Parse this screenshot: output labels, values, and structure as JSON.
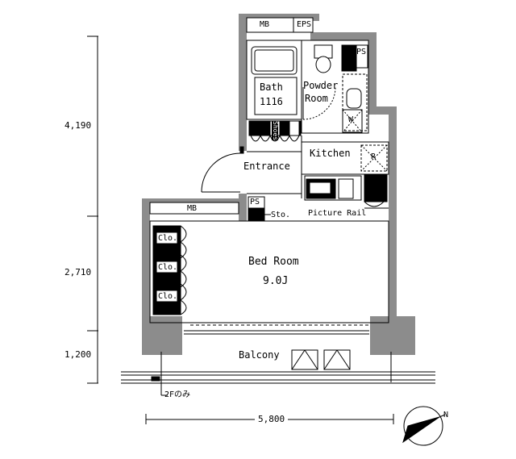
{
  "rooms": {
    "bath": "Bath",
    "bath_size": "1116",
    "powder_room_line1": "Powder",
    "powder_room_line2": "Room",
    "shoes": "Shoes",
    "entrance": "Entrance",
    "kitchen": "Kitchen",
    "bed_room": "Bed Room",
    "bed_room_size": "9.0J",
    "balcony": "Balcony",
    "picture_rail": "Picture Rail"
  },
  "equipment": {
    "mb": "MB",
    "eps": "EPS",
    "ps": "PS",
    "sto": "Sto.",
    "clo": "Clo.",
    "w": "W",
    "r": "R",
    "note_2f": "2Fのみ"
  },
  "dimensions": {
    "v1": "4,190",
    "v2": "2,710",
    "v3": "1,200",
    "h1": "5,800"
  },
  "compass": {
    "north": "N"
  }
}
